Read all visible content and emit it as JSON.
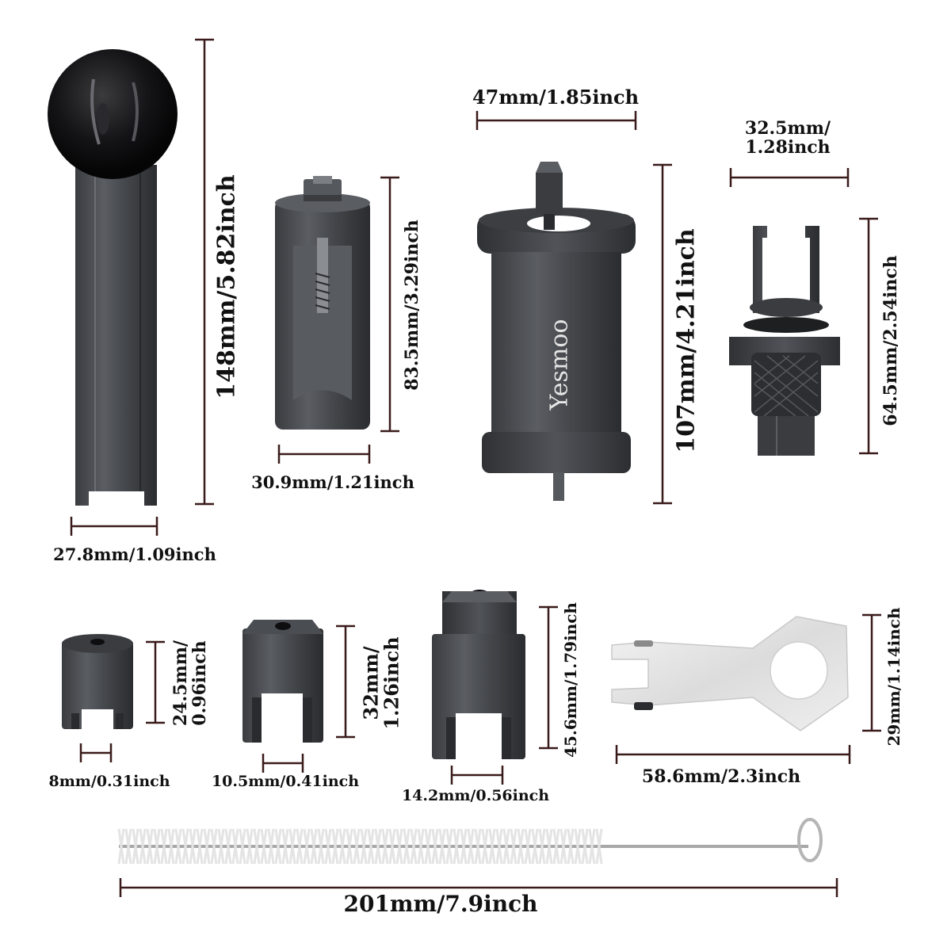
{
  "colors": {
    "metal_dark": "#2e3033",
    "metal_mid": "#4a4d52",
    "metal_light": "#6f7378",
    "dimension_line": "#3a1a1a",
    "text": "#111111",
    "brush_bristle": "#e9e9e9",
    "wire": "#b5b5b5"
  },
  "brand_logo_text": "Yesmoo",
  "dimensions": {
    "ball_handle_height": "148mm/5.82inch",
    "ball_handle_width": "27.8mm/1.09inch",
    "puller_sleeve_height": "83.5mm/3.29inch",
    "puller_sleeve_width": "30.9mm/1.21inch",
    "cylinder_width": "47mm/1.85inch",
    "cylinder_height": "107mm/4.21inch",
    "adapter_width_line1": "32.5mm/",
    "adapter_width_line2": "1.28inch",
    "adapter_height": "64.5mm/2.54inch",
    "socket_small_height_line1": "24.5mm/",
    "socket_small_height_line2": "0.96inch",
    "socket_small_width": "8mm/0.31inch",
    "socket_medium_height_line1": "32mm/",
    "socket_medium_height_line2": "1.26inch",
    "socket_medium_width": "10.5mm/0.41inch",
    "socket_large_height": "45.6mm/1.79inch",
    "socket_large_width": "14.2mm/0.56inch",
    "wrench_plate_height": "29mm/1.14inch",
    "wrench_plate_width": "58.6mm/2.3inch",
    "brush_length": "201mm/7.9inch"
  }
}
